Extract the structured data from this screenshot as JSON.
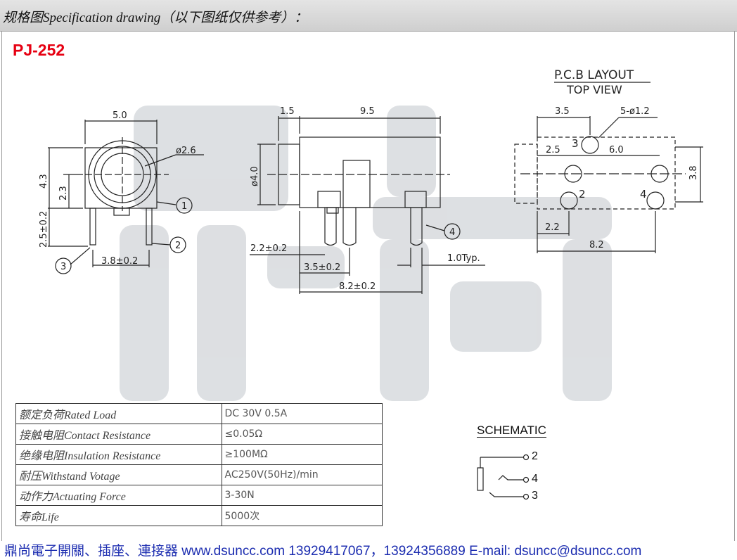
{
  "header": {
    "title": "规格图Specification drawing（以下图纸仅供参考）："
  },
  "model": "PJ-252",
  "watermark": "鼎尚",
  "drawing": {
    "pcb_title": "P.C.B LAYOUT",
    "pcb_subtitle": "TOP VIEW",
    "front": {
      "dim_width": "5.0",
      "dim_diameter": "ø2.6",
      "dim_height": "4.3",
      "dim_center": "2.3",
      "dim_pin_len": "2.5±0.2",
      "dim_pin_pitch": "3.8±0.2",
      "pin1": "1",
      "pin2": "2",
      "pin3": "3"
    },
    "side": {
      "dim_front": "1.5",
      "dim_body": "9.5",
      "dim_diameter": "ø4.0",
      "dim_pin_offset": "2.2±0.2",
      "dim_pin_pitch": "3.5±0.2",
      "dim_total": "8.2±0.2",
      "dim_pin_width": "1.0Typ.",
      "pin4": "4"
    },
    "pcb": {
      "dim_x1": "3.5",
      "dim_holes": "5-ø1.2",
      "dim_x2": "2.5",
      "dim_x3": "6.0",
      "dim_y": "3.8",
      "dim_x4": "2.2",
      "dim_total": "8.2",
      "hole3": "3",
      "hole2": "2",
      "hole4": "4"
    }
  },
  "specs": [
    {
      "label": "额定负荷Rated Load",
      "value": "DC 30V 0.5A"
    },
    {
      "label": "接触电阻Contact Resistance",
      "value": "≤0.05Ω"
    },
    {
      "label": "绝缘电阻Insulation Resistance",
      "value": "≥100MΩ"
    },
    {
      "label": "耐压Withstand Votage",
      "value": "AC250V(50Hz)/min"
    },
    {
      "label": "动作力Actuating Force",
      "value": "3-30N"
    },
    {
      "label": "寿命Life",
      "value": "5000次"
    }
  ],
  "schematic": {
    "title": "SCHEMATIC",
    "pins": [
      "2",
      "4",
      "3"
    ]
  },
  "footer": {
    "text": "鼎尚電子開關、插座、連接器  www.dsuncc.com  13929417067，13924356889  E-mail: dsuncc@dsuncc.com"
  }
}
